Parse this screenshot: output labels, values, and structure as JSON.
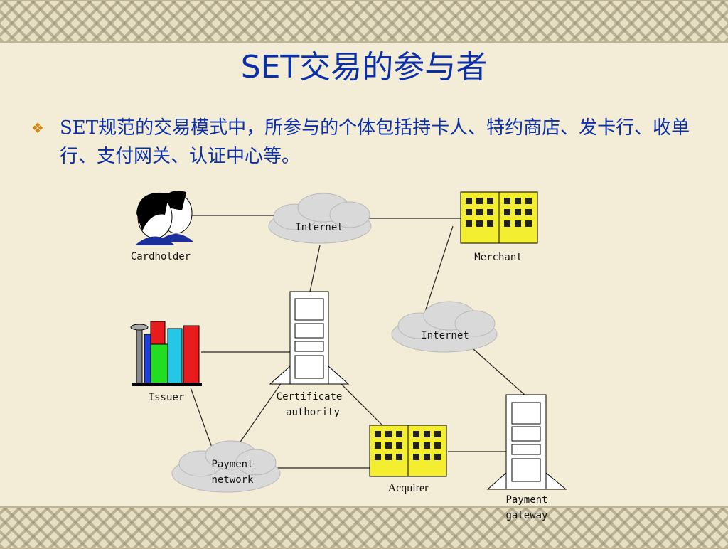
{
  "slide": {
    "title": "SET交易的参与者",
    "bullet": "SET规范的交易模式中，所参与的个体包括持卡人、特约商店、发卡行、收单行、支付网关、认证中心等。"
  },
  "diagram": {
    "cardholder": "Cardholder",
    "internet_top": "Internet",
    "merchant": "Merchant",
    "internet_mid": "Internet",
    "issuer": "Issuer",
    "certificate_authority_1": "Certificate",
    "certificate_authority_2": "authority",
    "payment_network_1": "Payment",
    "payment_network_2": "network",
    "acquirer": "Acquirer",
    "payment_gateway_1": "Payment",
    "payment_gateway_2": "gateway"
  }
}
